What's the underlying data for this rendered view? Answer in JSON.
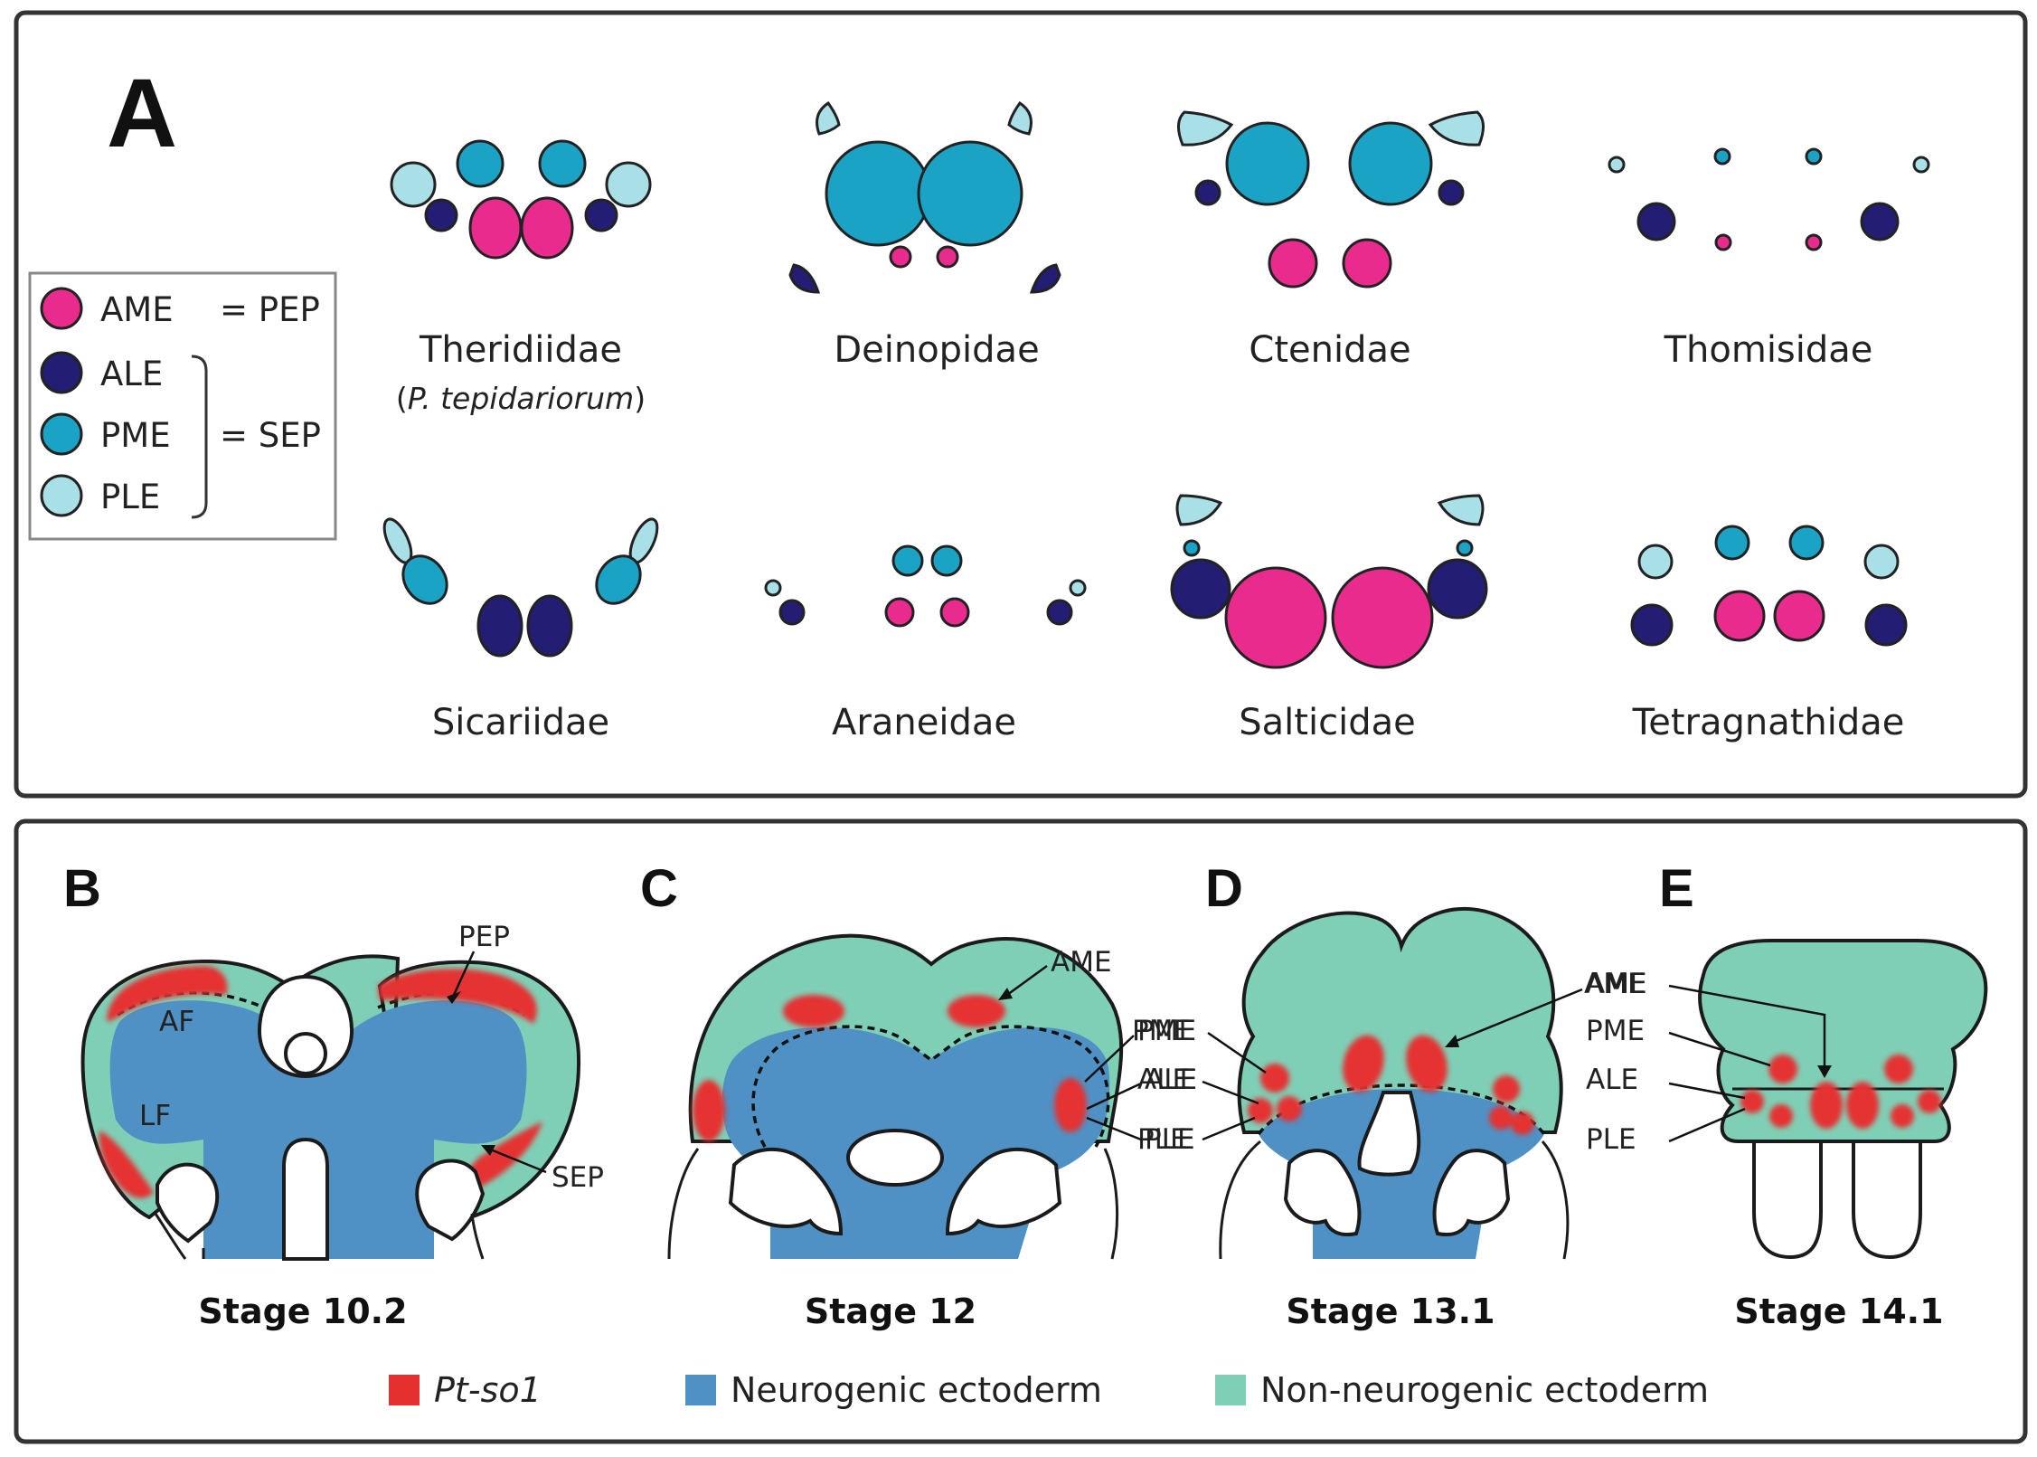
{
  "panel_a": {
    "letter": "A",
    "legend": {
      "items": [
        {
          "code": "AME",
          "color": "#ea2b8e"
        },
        {
          "code": "ALE",
          "color": "#231d73"
        },
        {
          "code": "PME",
          "color": "#1ba3c6"
        },
        {
          "code": "PLE",
          "color": "#a9dfe6"
        }
      ],
      "pep_label": "= PEP",
      "sep_label": "= SEP"
    },
    "families": {
      "theridiidae": "Theridiidae",
      "theridiidae_species_prefix": "(",
      "theridiidae_species": "P. tepidariorum",
      "theridiidae_species_suffix": ")",
      "deinopidae": "Deinopidae",
      "ctenidae": "Ctenidae",
      "thomisidae": "Thomisidae",
      "sicariidae": "Sicariidae",
      "araneidae": "Araneidae",
      "salticidae": "Salticidae",
      "tetragnathidae": "Tetragnathidae"
    }
  },
  "panel_b": {
    "letter": "B",
    "stage": "Stage 10.2",
    "labels": {
      "pep": "PEP",
      "af": "AF",
      "lf": "LF",
      "sep": "SEP"
    }
  },
  "panel_c": {
    "letter": "C",
    "stage": "Stage 12",
    "labels": {
      "ame": "AME",
      "pme": "PME",
      "ale": "ALE",
      "ple": "PLE"
    }
  },
  "panel_d": {
    "letter": "D",
    "stage": "Stage 13.1",
    "labels": {
      "ame": "AME",
      "pme": "PME",
      "ale": "ALE",
      "ple": "PLE"
    }
  },
  "panel_e": {
    "letter": "E",
    "stage": "Stage 14.1"
  },
  "bottom_legend": [
    {
      "label": "Pt-so1",
      "color": "#e53030"
    },
    {
      "label": "Neurogenic ectoderm",
      "color": "#4f91c4"
    },
    {
      "label": "Non-neurogenic ectoderm",
      "color": "#7fcfb6"
    }
  ]
}
